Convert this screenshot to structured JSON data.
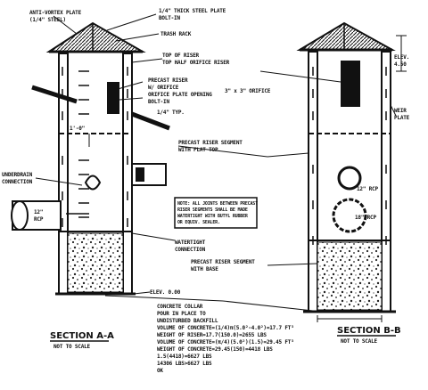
{
  "labels": {
    "anti_vortex_plate": "ANTI-VORTEX PLATE",
    "anti_vortex_plate_2": "(1/4\" STEEL)",
    "thick_steel_plate": "1/4\" THICK STEEL PLATE",
    "thick_steel_plate_2": "BOLT-IN",
    "trash_rack": "TRASH RACK",
    "top_of_riser": "TOP OF RISER",
    "top_of_riser_2": "TOP HALF ORIFICE RISER",
    "precast_riser": "PRECAST RISER",
    "precast_riser_2": "W/ ORIFICE",
    "precast_riser_3": "ORIFICE PLATE OPENING",
    "precast_riser_4": "BOLT-IN",
    "weir_slot": "3\" x 3\" ORIFICE",
    "dim_small": "1/4\" TYP.",
    "dim_left": "1'-0\"",
    "drain_conn": "UNDERDRAIN",
    "drain_conn_2": "CONNECTION",
    "pipe_label": "12\"",
    "pipe_label_2": "RCP",
    "precast_segment": "PRECAST RISER SEGMENT",
    "precast_segment_2": "WITH FLAT TOP",
    "note_1": "NOTE: ALL JOINTS BETWEEN PRECAST",
    "note_2": "RISER SEGMENTS SHALL BE MADE",
    "note_3": "WATERTIGHT WITH BUTYL RUBBER",
    "note_4": "OR EQUIV. SEALER.",
    "waterproof_conn": "WATERTIGHT",
    "waterproof_conn_2": "CONNECTION",
    "precast_base": "PRECAST RISER SEGMENT",
    "precast_base_2": "WITH BASE",
    "orifice_12": "12\" RCP",
    "orifice_18": "18\" RCP",
    "weir_right": "WEIR",
    "weir_right_2": "PLATE",
    "right_top": "ELEV.",
    "right_top_2": "4.50",
    "elev_label": "ELEV. 0.00",
    "concrete_1": "CONCRETE COLLAR",
    "concrete_2": "POUR IN PLACE TO",
    "concrete_3": "UNDISTURBED BACKFILL",
    "concrete_4": "VOLUME OF CONCRETE=(1/4)π(5.0²-4.0²)=17.7 FT³",
    "concrete_5": "WEIGHT OF RISER=17.7(150.0)=2655 LBS",
    "concrete_6": "VOLUME OF CONCRETE=(π/4)(5.0²)(1.5)=29.45 FT³",
    "concrete_7": "WEIGHT OF CONCRETE=29.45(150)=4418 LBS",
    "concrete_8": "1.5(4418)=6627 LBS",
    "concrete_9": "14306 LBS>6627 LBS",
    "concrete_10": "OK",
    "section_a": "SECTION A-A",
    "section_a_sub": "NOT TO SCALE",
    "section_b": "SECTION B-B",
    "section_b_sub": "NOT TO SCALE"
  }
}
